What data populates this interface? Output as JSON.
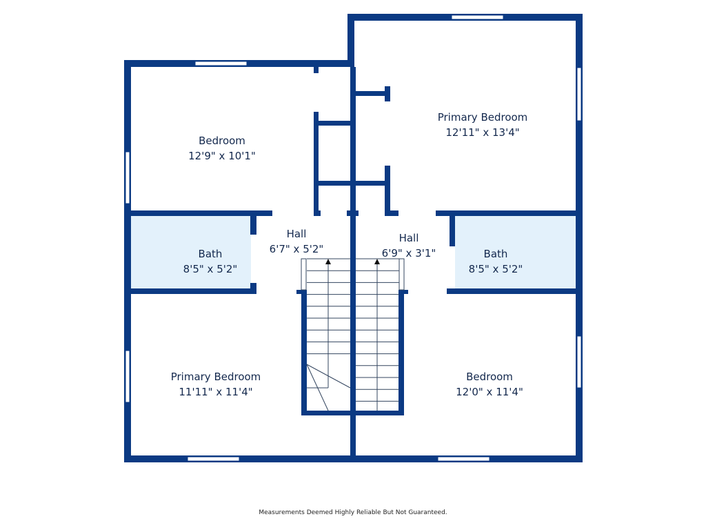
{
  "rooms": [
    {
      "name": "Bedroom",
      "dims": "12'9\" x 10'1\""
    },
    {
      "name": "Primary Bedroom",
      "dims": "12'11\" x 13'4\""
    },
    {
      "name": "Bath",
      "dims": "8'5\" x 5'2\""
    },
    {
      "name": "Hall",
      "dims": "6'7\" x 5'2\""
    },
    {
      "name": "Hall",
      "dims": "6'9\" x 3'1\""
    },
    {
      "name": "Bath",
      "dims": "8'5\" x 5'2\""
    },
    {
      "name": "Primary Bedroom",
      "dims": "11'11\" x 11'4\""
    },
    {
      "name": "Bedroom",
      "dims": "12'0\" x 11'4\""
    }
  ],
  "footer": "Measurements Deemed Highly Reliable But Not Guaranteed.",
  "colors": {
    "wall": "#0b3a83",
    "bath": "#e3f1fb"
  }
}
